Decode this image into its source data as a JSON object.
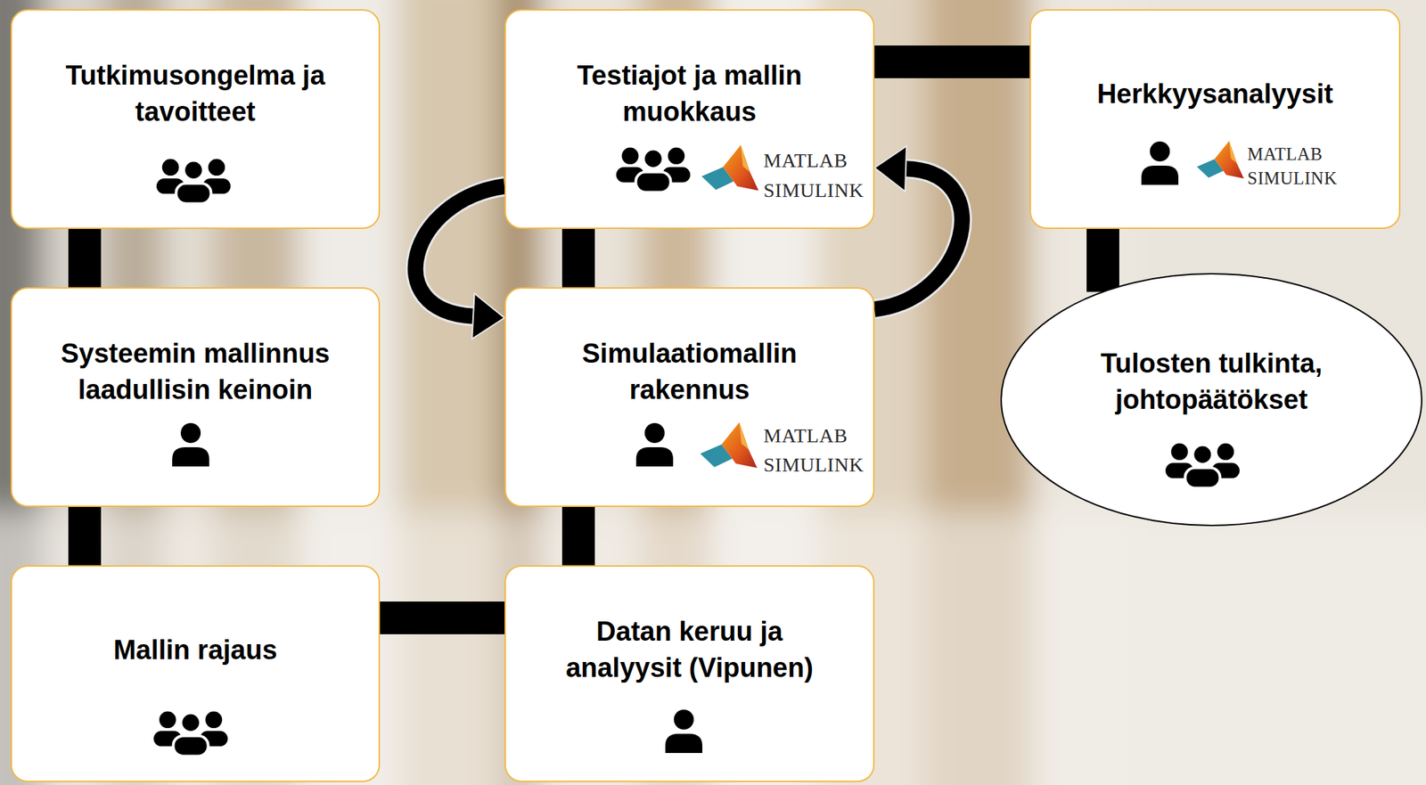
{
  "diagram": {
    "nodes": [
      {
        "text": [
          "Tutkimusongelma ja tavoitteet"
        ]
      },
      {
        "text": [
          "Systeemin mallinnus laadullisin keinoin"
        ]
      },
      {
        "text": [
          "Mallin rajaus"
        ]
      },
      {
        "text": [
          "Datan keruu ja analyysit (Vipunen)"
        ]
      },
      {
        "text": [
          "Simulaatiomallin rakennus"
        ]
      },
      {
        "text": [
          "Testiajot ja mallin muokkaus"
        ]
      },
      {
        "text": [
          "Herkkyysanalyysit"
        ]
      },
      {
        "text": [
          "Tulosten tulkinta, johtopäätökset"
        ]
      }
    ],
    "edges": [
      {
        "from": 0,
        "to": 1,
        "arrow": "none"
      },
      {
        "from": 1,
        "to": 2,
        "arrow": "none"
      },
      {
        "from": 2,
        "to": 3,
        "arrow": "none"
      },
      {
        "from": 3,
        "to": 4,
        "arrow": "none"
      },
      {
        "from": 4,
        "to": 5,
        "arrow": "none"
      },
      {
        "from": 5,
        "to": 6,
        "arrow": "none"
      },
      {
        "from": 6,
        "to": 7,
        "arrow": "none"
      },
      {
        "from": 5,
        "to": 4,
        "arrow": "to"
      },
      {
        "from": 4,
        "to": 5,
        "arrow": "to"
      }
    ],
    "labels": [
      "MATLAB",
      "SIMULINK",
      "MATLAB",
      "SIMULINK",
      "MATLAB",
      "SIMULINK"
    ]
  }
}
